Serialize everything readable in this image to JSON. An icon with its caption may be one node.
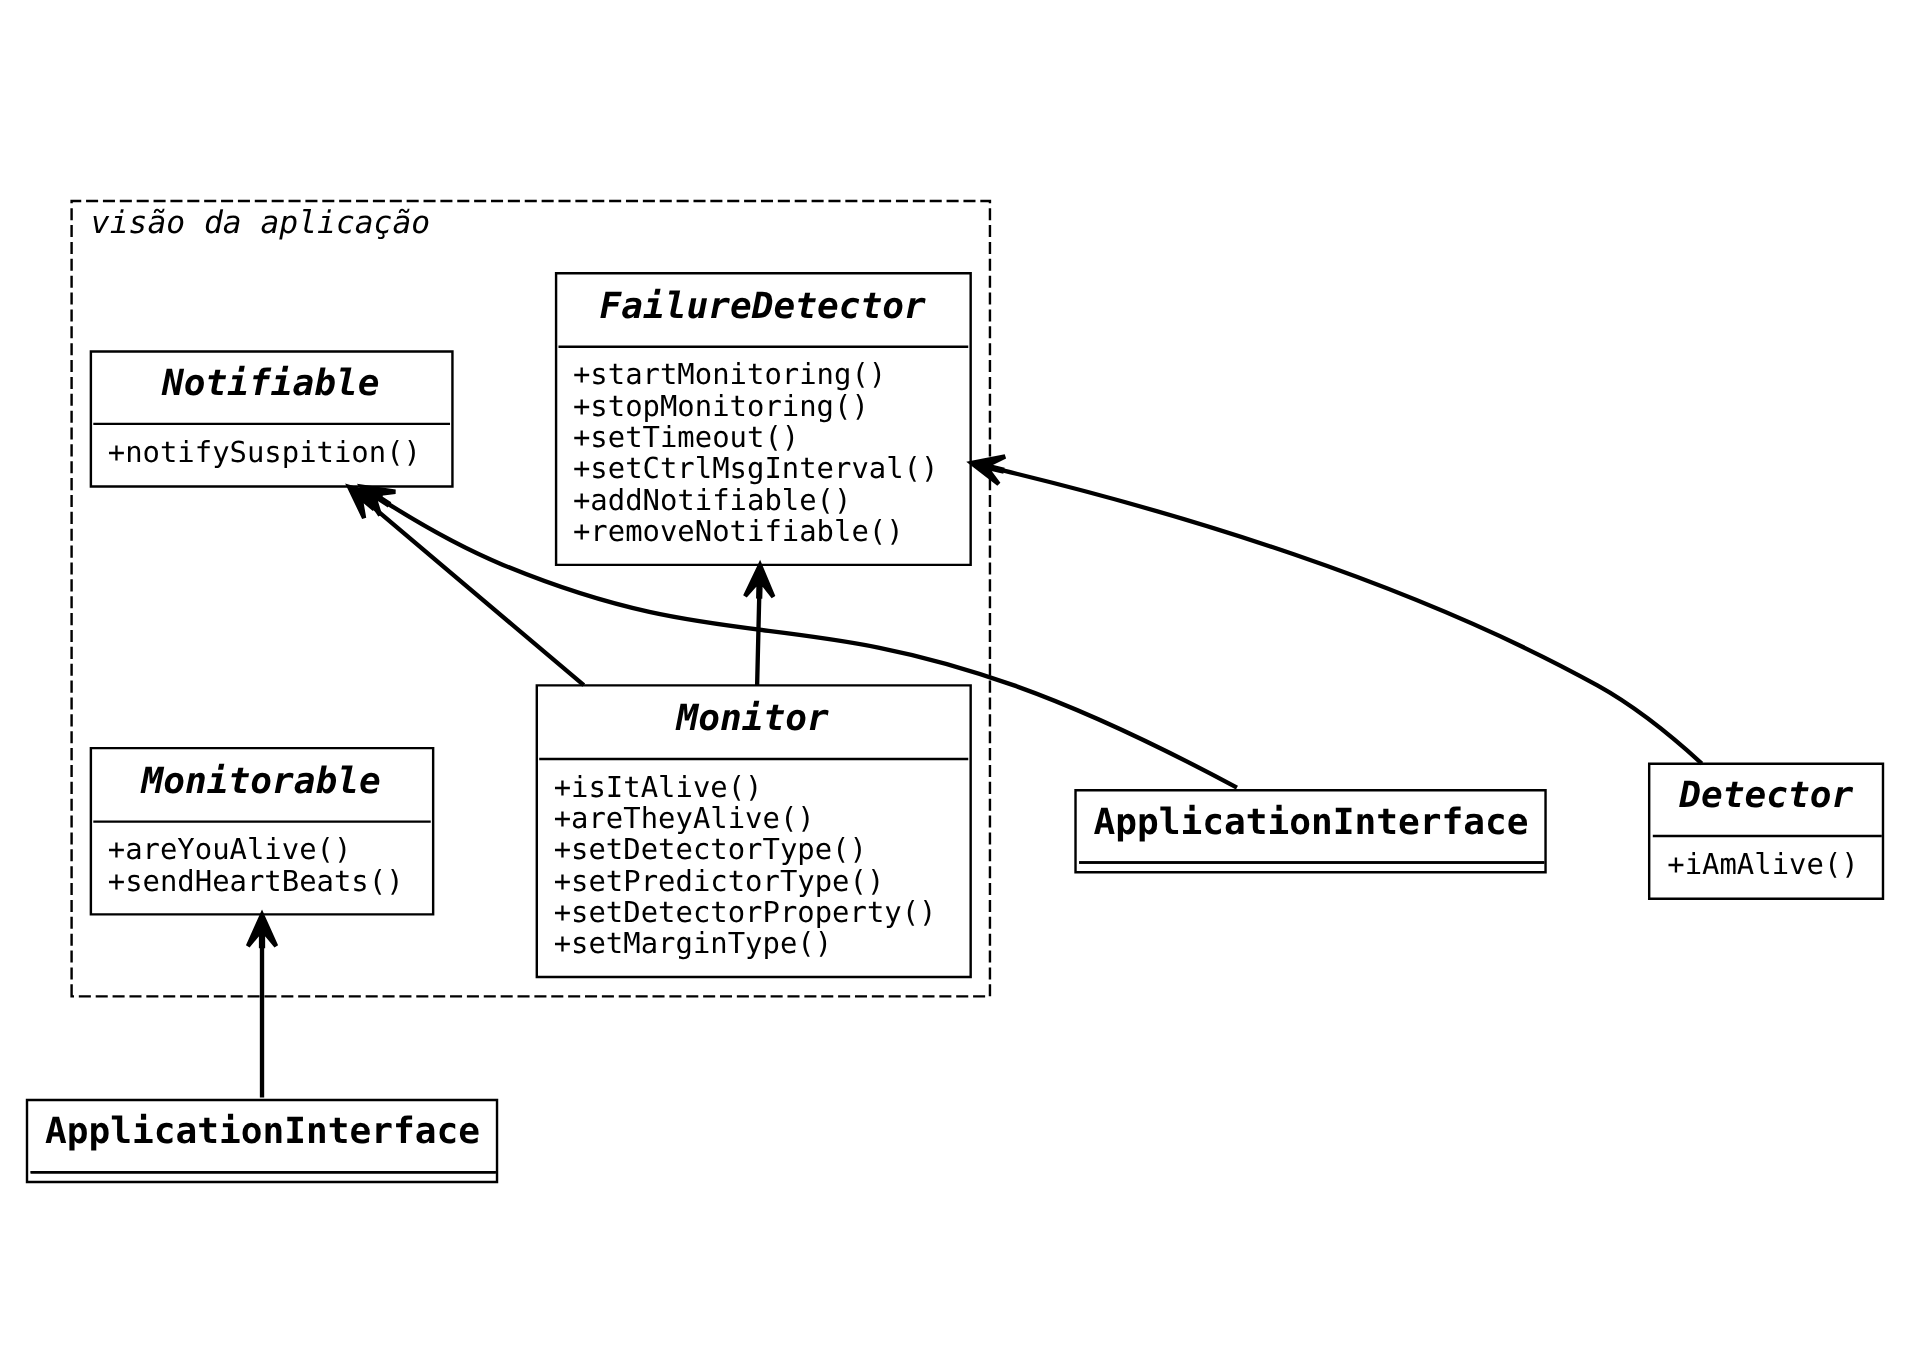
{
  "diagram": {
    "nodes": [
      {
        "text": [
          "visão da aplicação"
        ]
      },
      {
        "text": [
          "Notifiable",
          "+notifySuspition()"
        ],
        "in": 0
      },
      {
        "text": [
          "FailureDetector",
          "+startMonitoring()",
          "+stopMonitoring()",
          "+setTimeout()",
          "+setCtrlMsgInterval()",
          "+addNotifiable()",
          "+removeNotifiable()"
        ],
        "in": 0
      },
      {
        "text": [
          "Monitor",
          "+isItAlive()",
          "+areTheyAlive()",
          "+setDetectorType()",
          "+setPredictorType()",
          "+setDetectorProperty()",
          "+setMarginType()"
        ],
        "in": 0
      },
      {
        "text": [
          "Monitorable",
          "+areYouAlive()",
          "+sendHeartBeats()"
        ],
        "in": 0
      },
      {
        "text": [
          "ApplicationInterface"
        ]
      },
      {
        "text": [
          "Detector",
          "+iAmAlive()"
        ]
      },
      {
        "text": [
          "ApplicationInterface"
        ]
      }
    ],
    "edges": [
      {
        "from": 5,
        "to": 1,
        "arrow": "to"
      },
      {
        "from": 3,
        "to": 1,
        "arrow": "to"
      },
      {
        "from": 3,
        "to": 2,
        "arrow": "to"
      },
      {
        "from": 6,
        "to": 2,
        "arrow": "to"
      },
      {
        "from": 7,
        "to": 4,
        "arrow": "to"
      }
    ]
  }
}
